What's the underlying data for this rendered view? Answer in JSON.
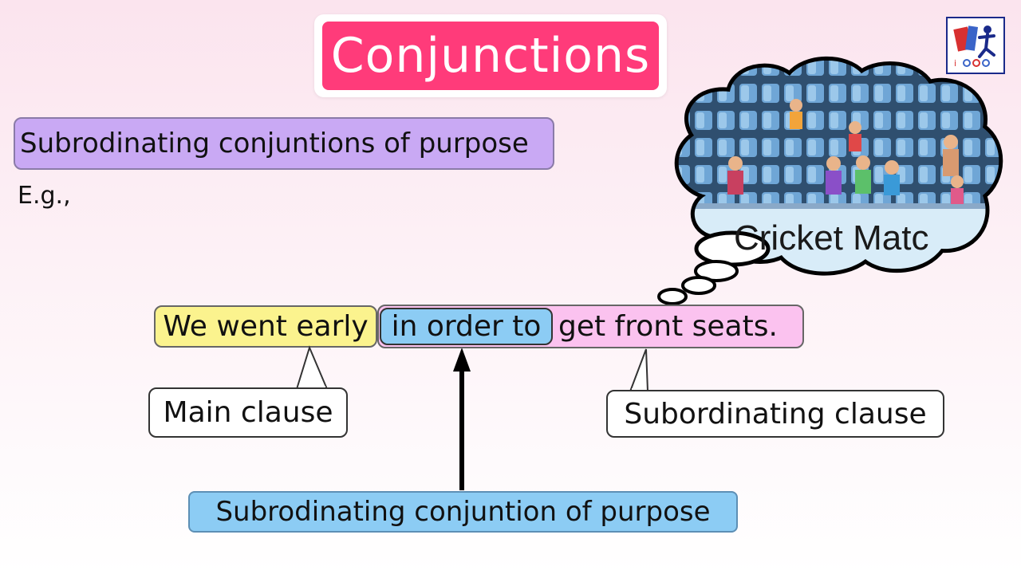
{
  "title": "Conjunctions",
  "heading": "Subrodinating conjuntions of purpose",
  "example_label": "E.g.,",
  "sentence": {
    "main_part": "We went early",
    "conjunction_part": "in order to",
    "subordinate_part": "get front seats."
  },
  "callouts": {
    "main_clause": "Main clause",
    "subordinating_clause": "Subordinating clause",
    "conjunction_label": "Subrodinating conjuntion of purpose"
  },
  "thought_cloud": {
    "caption": "Cricket Matc"
  },
  "colors": {
    "title_bg": "#ff3b7a",
    "heading_bg": "#c9a9f4",
    "main_clause_bg": "#fbf38e",
    "conjunction_bg": "#8cccf4",
    "subordinate_bg": "#fbc2ef"
  }
}
